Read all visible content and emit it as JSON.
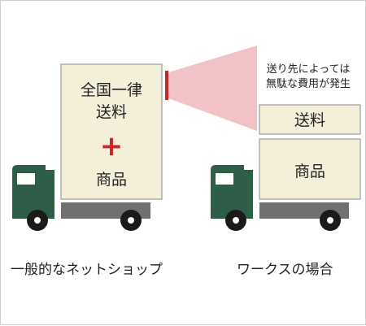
{
  "colors": {
    "cab": "#2e5e48",
    "chassis": "#707070",
    "cargo_fill": "#f4efd9",
    "cargo_border": "#8a8a8a",
    "plus": "#c62828",
    "marker": "#c62828",
    "wedge": "#f2c3c6",
    "wheel": "#1a1a1a",
    "text": "#222222"
  },
  "left_truck": {
    "line1": "全国一律",
    "line2": "送料",
    "plus_symbol": "+",
    "line3": "商品",
    "caption": "一般的なネットショップ"
  },
  "callout": {
    "line1": "送り先によっては",
    "line2": "無駄な費用が発生"
  },
  "right_truck": {
    "box_shipping": "送料",
    "box_goods": "商品",
    "caption": "ワークスの場合"
  }
}
